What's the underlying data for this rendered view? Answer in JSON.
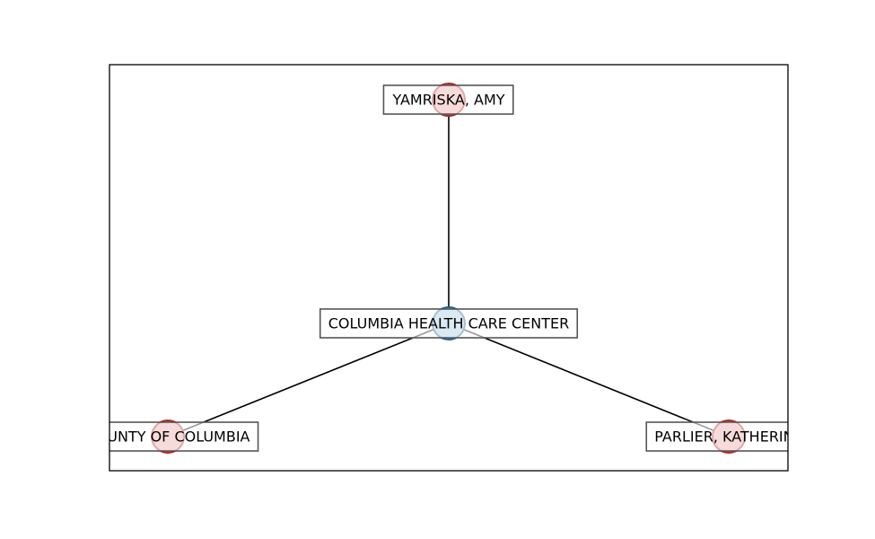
{
  "graph": {
    "nodes": [
      {
        "id": "yamriska",
        "label": "YAMRISKA, AMY",
        "kind": "person"
      },
      {
        "id": "center",
        "label": "COLUMBIA HEALTH CARE CENTER",
        "kind": "organization"
      },
      {
        "id": "county",
        "label": "COUNTY OF COLUMBIA",
        "kind": "person"
      },
      {
        "id": "parlier",
        "label": "PARLIER, KATHERINE",
        "kind": "person"
      }
    ],
    "edges": [
      {
        "from": "center",
        "to": "yamriska"
      },
      {
        "from": "center",
        "to": "county"
      },
      {
        "from": "center",
        "to": "parlier"
      }
    ]
  },
  "colors": {
    "person_fill": "#eaa6a6",
    "person_edge": "#b22222",
    "organization_fill": "#a6c8e2",
    "organization_edge": "#1f6394",
    "edge_line": "#000000",
    "frame": "#000000",
    "label_box_edge": "#555555"
  }
}
